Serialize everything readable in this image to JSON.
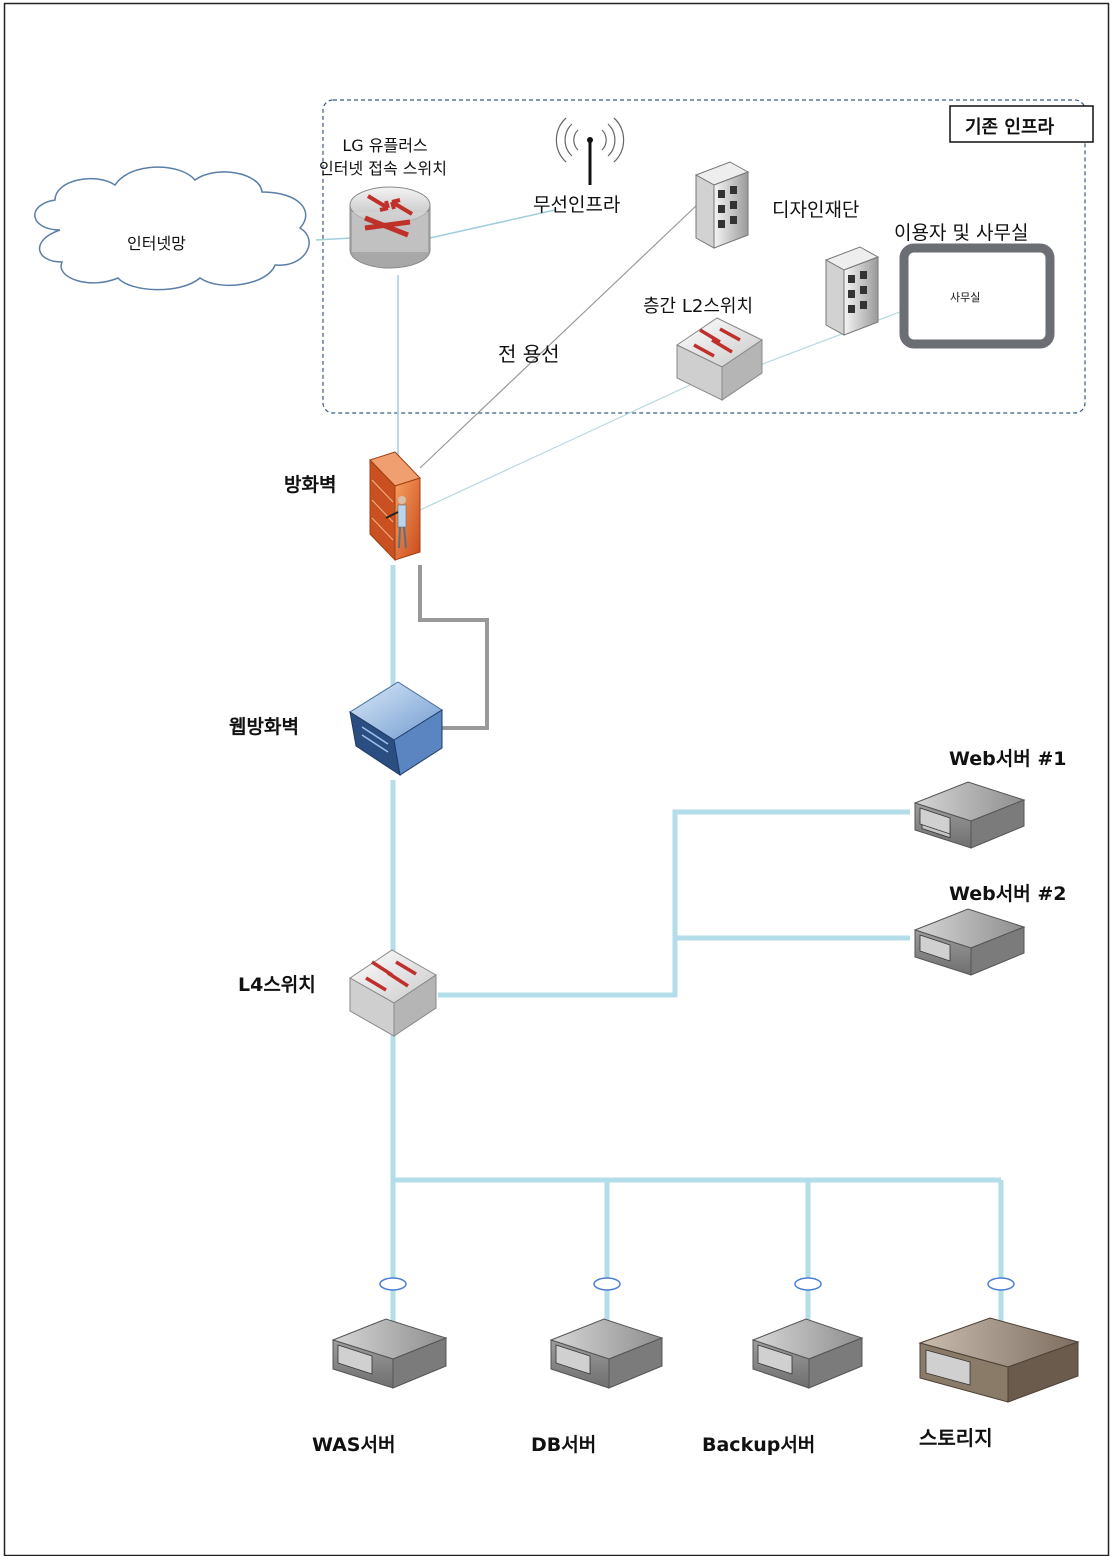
{
  "diagram": {
    "legacy_infra_title": "기존 인프라",
    "internet": "인터넷망",
    "isp_switch": [
      "LG 유플러스",
      "인터넷 접속 스위치"
    ],
    "wireless": "무선인프라",
    "design_foundation": "디자인재단",
    "users_office": "이용자 및 사무실",
    "office_box": "사무실",
    "floor_l2_switch": "층간 L2스위치",
    "leased_line": "전 용선",
    "firewall": "방화벽",
    "web_firewall": "웹방화벽",
    "l4_switch": "L4스위치",
    "web_server_1": "Web서버 #1",
    "web_server_2": "Web서버 #2",
    "was_server": "WAS서버",
    "db_server": "DB서버",
    "backup_server": "Backup서버",
    "storage": "스토리지"
  },
  "colors": {
    "link_main": "#b3dde8",
    "link_thin": "#9fcfdb",
    "dashed_border": "#3a5a8a",
    "firewall_orange": "#e8702a",
    "server_gray": "#8a8a8a",
    "storage_brown": "#8a7a68",
    "router_red": "#c0302a"
  },
  "icons": [
    "cloud-icon",
    "router-icon",
    "antenna-icon",
    "building-icon",
    "switch-icon",
    "firewall-icon",
    "web-firewall-appliance-icon",
    "server-icon",
    "storage-icon"
  ]
}
